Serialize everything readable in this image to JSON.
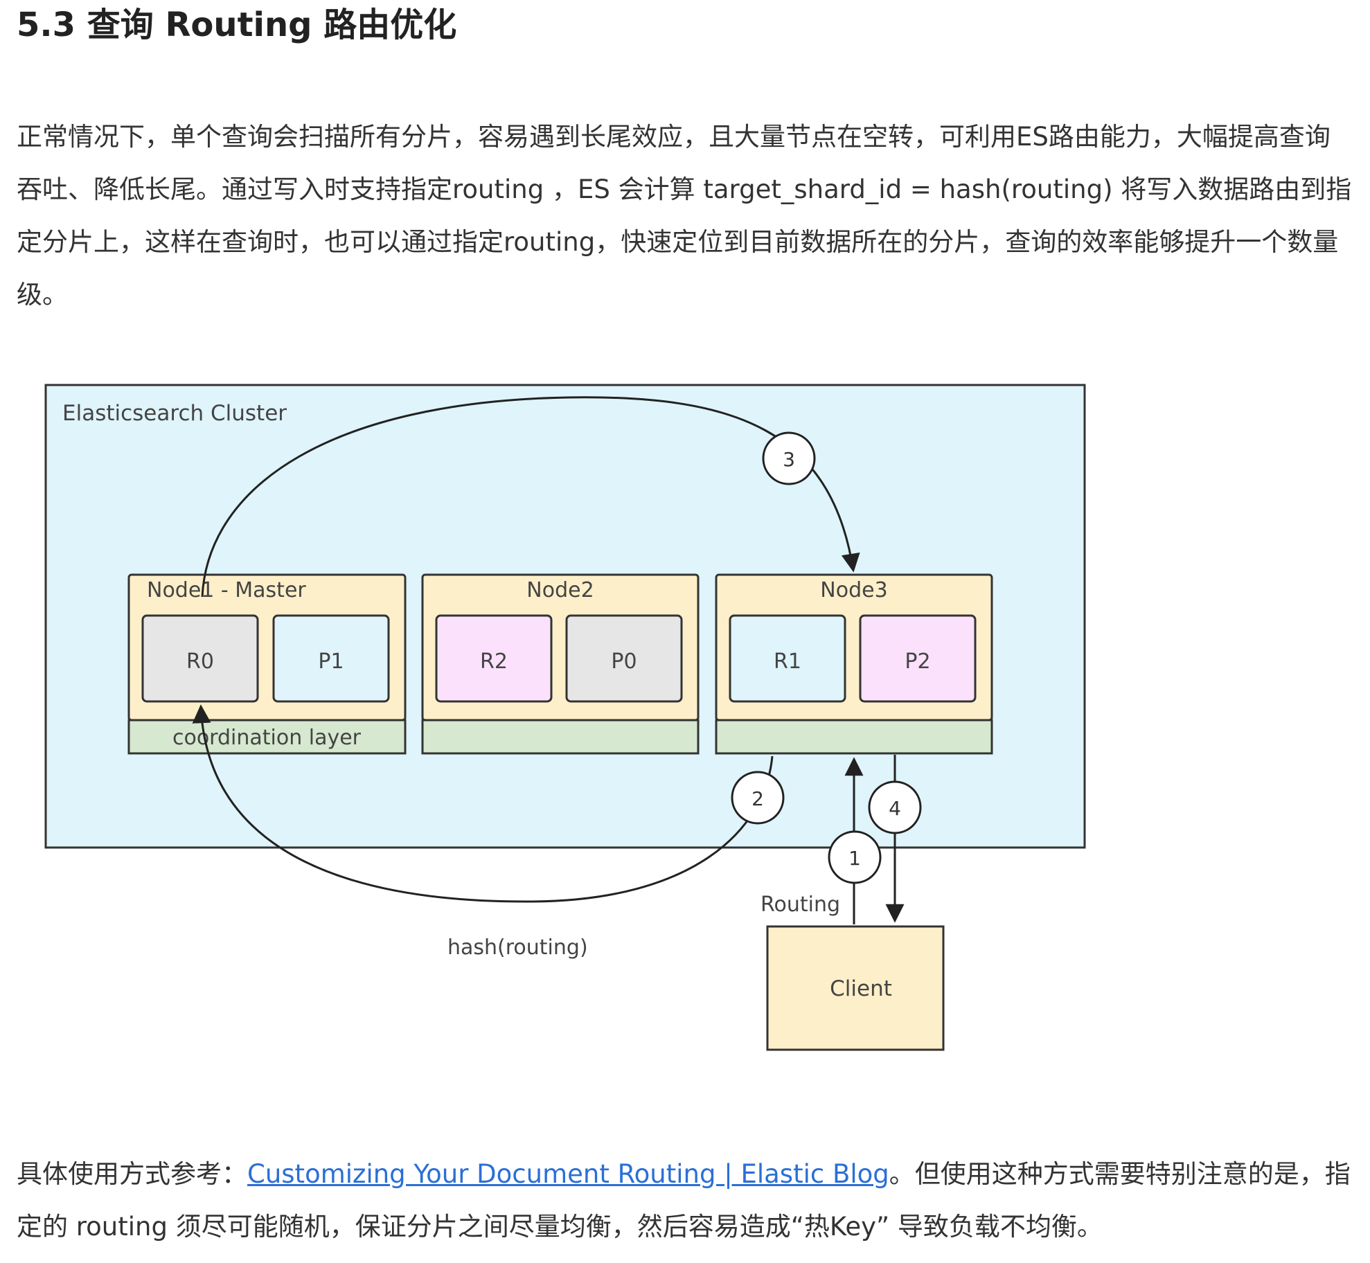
{
  "heading": "5.3 查询 Routing 路由优化",
  "intro": "正常情况下，单个查询会扫描所有分片，容易遇到长尾效应，且大量节点在空转，可利用ES路由能力，大幅提高查询吞吐、降低长尾。通过写入时支持指定routing ，ES 会计算 target_shard_id = hash(routing) 将写入数据路由到指定分片上，这样在查询时，也可以通过指定routing，快速定位到目前数据所在的分片，查询的效率能够提升一个数量级。",
  "diagram": {
    "cluster_label": "Elasticsearch Cluster",
    "nodes": [
      {
        "label": "Node1 - Master",
        "shards": [
          "R0",
          "P1"
        ],
        "layer_label": "coordination layer"
      },
      {
        "label": "Node2",
        "shards": [
          "R2",
          "P0"
        ],
        "layer_label": ""
      },
      {
        "label": "Node3",
        "shards": [
          "R1",
          "P2"
        ],
        "layer_label": ""
      }
    ],
    "steps": [
      "1",
      "2",
      "3",
      "4"
    ],
    "routing_label": "Routing",
    "hash_label": "hash(routing)",
    "client_label": "Client",
    "colors": {
      "cluster_bg": "#dff4fb",
      "node_bg": "#fdefc9",
      "layer_bg": "#d6e8cf",
      "gray_shard": "#e6e6e6",
      "blue_shard": "#dff4fb",
      "pink_shard": "#fbe1fb",
      "client_bg": "#fdefc9"
    }
  },
  "footer": {
    "prefix": "具体使用方式参考：",
    "link_text": "Customizing Your Document Routing | Elastic Blog",
    "suffix": "。但使用这种方式需要特别注意的是，指定的 routing 须尽可能随机，保证分片之间尽量均衡，然后容易造成“热Key” 导致负载不均衡。"
  }
}
